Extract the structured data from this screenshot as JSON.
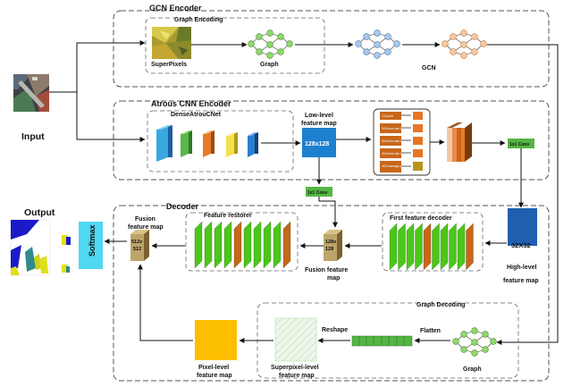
{
  "labels": {
    "gcn_encoder": "GCN Encoder",
    "graph_encoding": "Graph Encoding",
    "superpixels": "SuperPixels",
    "graph": "Graph",
    "gcn": "GCN",
    "input": "Input",
    "atrous_encoder": "Atrous CNN Encoder",
    "densenet": "DenseAtrouCNet",
    "low_level_1": "Low-level",
    "low_level_2": "feature map",
    "low_level_size": "128x128",
    "conv1x1_right": "1x1 Conv",
    "conv1x1_mid": "1x1 Conv",
    "aspp_items": [
      "1X1conv",
      "3X3conv rate 6",
      "3X3conv rate 12",
      "3X3conv rate 18",
      "3X3 Average pooling"
    ],
    "decoder": "Decoder",
    "output": "Output",
    "softmax": "Softmax",
    "fusion_1": "Fusion",
    "fusion_2": "feature map",
    "fusion_size_1": "512x",
    "fusion_size_2": "512",
    "feature_restorer": "Feature restorer",
    "mid_size_1": "128x",
    "mid_size_2": "128",
    "mid_fusion_1": "Fusion feature",
    "mid_fusion_2": "map",
    "first_decoder": "First feature decoder",
    "high_size": "32X32",
    "high_1": "High-level",
    "high_2": "feature map",
    "graph_decoding": "Graph Decoding",
    "flatten": "Flatten",
    "reshape": "Reshape",
    "graph_bottom": "Graph",
    "pixel_1": "Pixel-level",
    "pixel_2": "feature map",
    "superpixel_1": "Superpixel-level",
    "superpixel_2": "feature map"
  },
  "colors": {
    "green_layer": "#4cc61a",
    "orange_layer": "#c8661a",
    "blue_block": "#1d80cf",
    "dark_blue_block": "#1f5fae",
    "cyan_block": "#4fd8f2",
    "yellow_block": "#f2d21e",
    "pixel_map": "#fbbf00",
    "conv_green": "#55b544",
    "node_green": "#8ed96a",
    "node_blue": "#aac8ec",
    "node_orange": "#f6c9a4"
  }
}
